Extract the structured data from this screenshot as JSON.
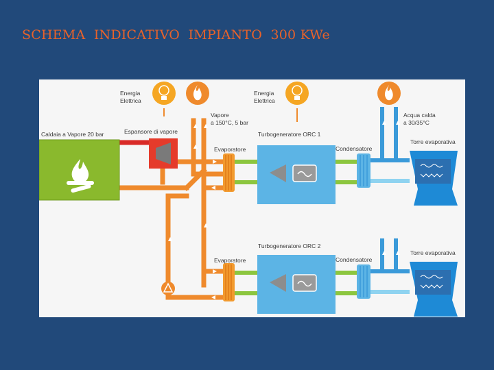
{
  "slide": {
    "title": "SCHEMA  INDICATIVO  IMPIANTO  300 KWe"
  },
  "diagram": {
    "labels": {
      "energia_1_line1": "Energia",
      "energia_1_line2": "Elettrica",
      "energia_2_line1": "Energia",
      "energia_2_line2": "Elettrica",
      "vapore_line1": "Vapore",
      "vapore_line2": "a 150°C, 5 bar",
      "acqua_line1": "Acqua calda",
      "acqua_line2": "a 30/35°C",
      "caldaia": "Caldaia a Vapore 20 bar",
      "espansore": "Espansore di vapore",
      "turbo1": "Turbogeneratore ORC 1",
      "turbo2": "Turbogeneratore ORC 2",
      "evaporatore1": "Evaporatore",
      "evaporatore2": "Evaporatore",
      "condensatore1": "Condensatore",
      "condensatore2": "Condensatore",
      "torre1": "Torre evaporativa",
      "torre2": "Torre evaporativa"
    },
    "icons": [
      "lightbulb-icon",
      "flame-icon",
      "lightbulb-icon",
      "flame-icon",
      "fire-icon",
      "pump-icon",
      "generator-icon"
    ],
    "colors": {
      "background": "#21497a",
      "title": "#e8622a",
      "boiler": "#8ab92d",
      "steam": "#d92a27",
      "hot_pipe": "#ef8a2c",
      "orc_pipe": "#8cc63f",
      "cold_pipe_dark": "#3a9ad9",
      "cold_pipe_light": "#8fd3f0",
      "turbine": "#5cb4e5",
      "tower": "#1e8ad6"
    }
  }
}
